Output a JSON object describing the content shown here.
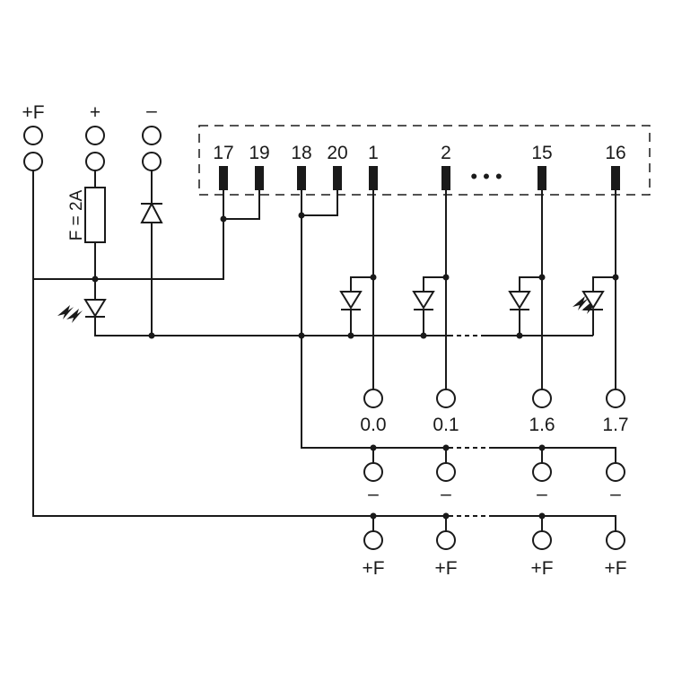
{
  "supply_terminals": [
    {
      "label": "+F"
    },
    {
      "label": "+"
    },
    {
      "label": "–"
    }
  ],
  "fuse_label": "F = 2A",
  "connector_pins": [
    "17",
    "19",
    "18",
    "20",
    "1",
    "2",
    "15",
    "16"
  ],
  "ellipsis": "• • •",
  "outputs": [
    "0.0",
    "0.1",
    "1.6",
    "1.7"
  ],
  "minus_terminal_label": "–",
  "plus_f_terminal_label": "+F",
  "colors": {
    "line": "#1a1a1a",
    "background": "#ffffff"
  }
}
